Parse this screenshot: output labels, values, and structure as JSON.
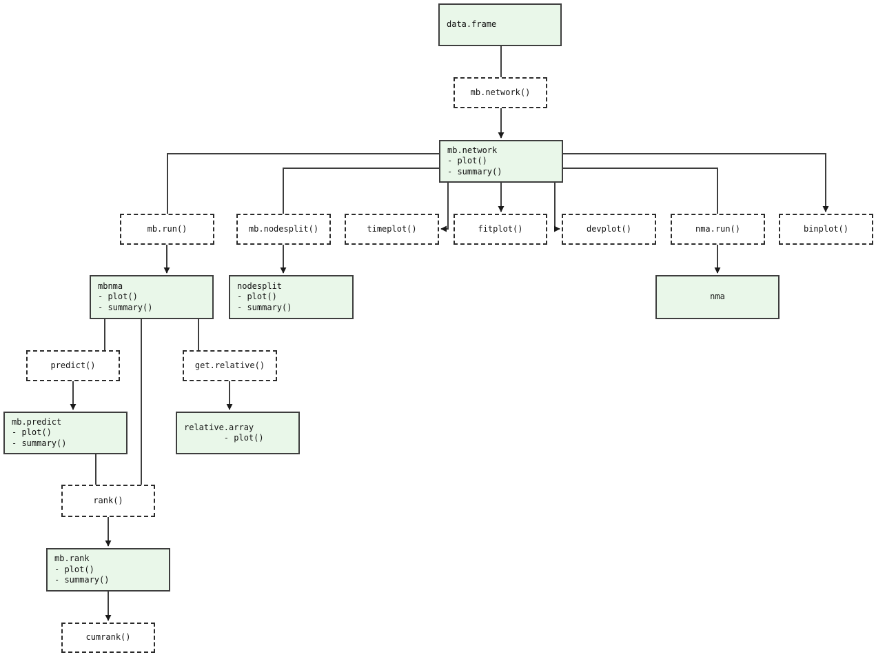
{
  "diagram": {
    "description": "Package workflow flowchart",
    "colors": {
      "object_box_fill": "#e9f7e9",
      "object_box_border": "#3d3d3d",
      "function_box_border": "#2a2a2a",
      "connector": "#3d3d3d",
      "background": "#ffffff"
    }
  },
  "nodes": {
    "data_frame": "data.frame",
    "mb_network_fn": "mb.network()",
    "mb_network": "mb.network\n- plot()\n- summary()",
    "mb_run": "mb.run()",
    "mb_nodesplit_fn": "mb.nodesplit()",
    "timeplot": "timeplot()",
    "fitplot": "fitplot()",
    "devplot": "devplot()",
    "nma_run": "nma.run()",
    "binplot": "binplot()",
    "mbnma": "mbnma\n- plot()\n- summary()",
    "nodesplit": "nodesplit\n- plot()\n- summary()",
    "nma": "nma",
    "predict_fn": "predict()",
    "get_relative_fn": "get.relative()",
    "mb_predict": "mb.predict\n- plot()\n- summary()",
    "relative_array": "relative.array\n        - plot()",
    "rank_fn": "rank()",
    "mb_rank": "mb.rank\n- plot()\n- summary()",
    "cumrank_fn": "cumrank()"
  }
}
